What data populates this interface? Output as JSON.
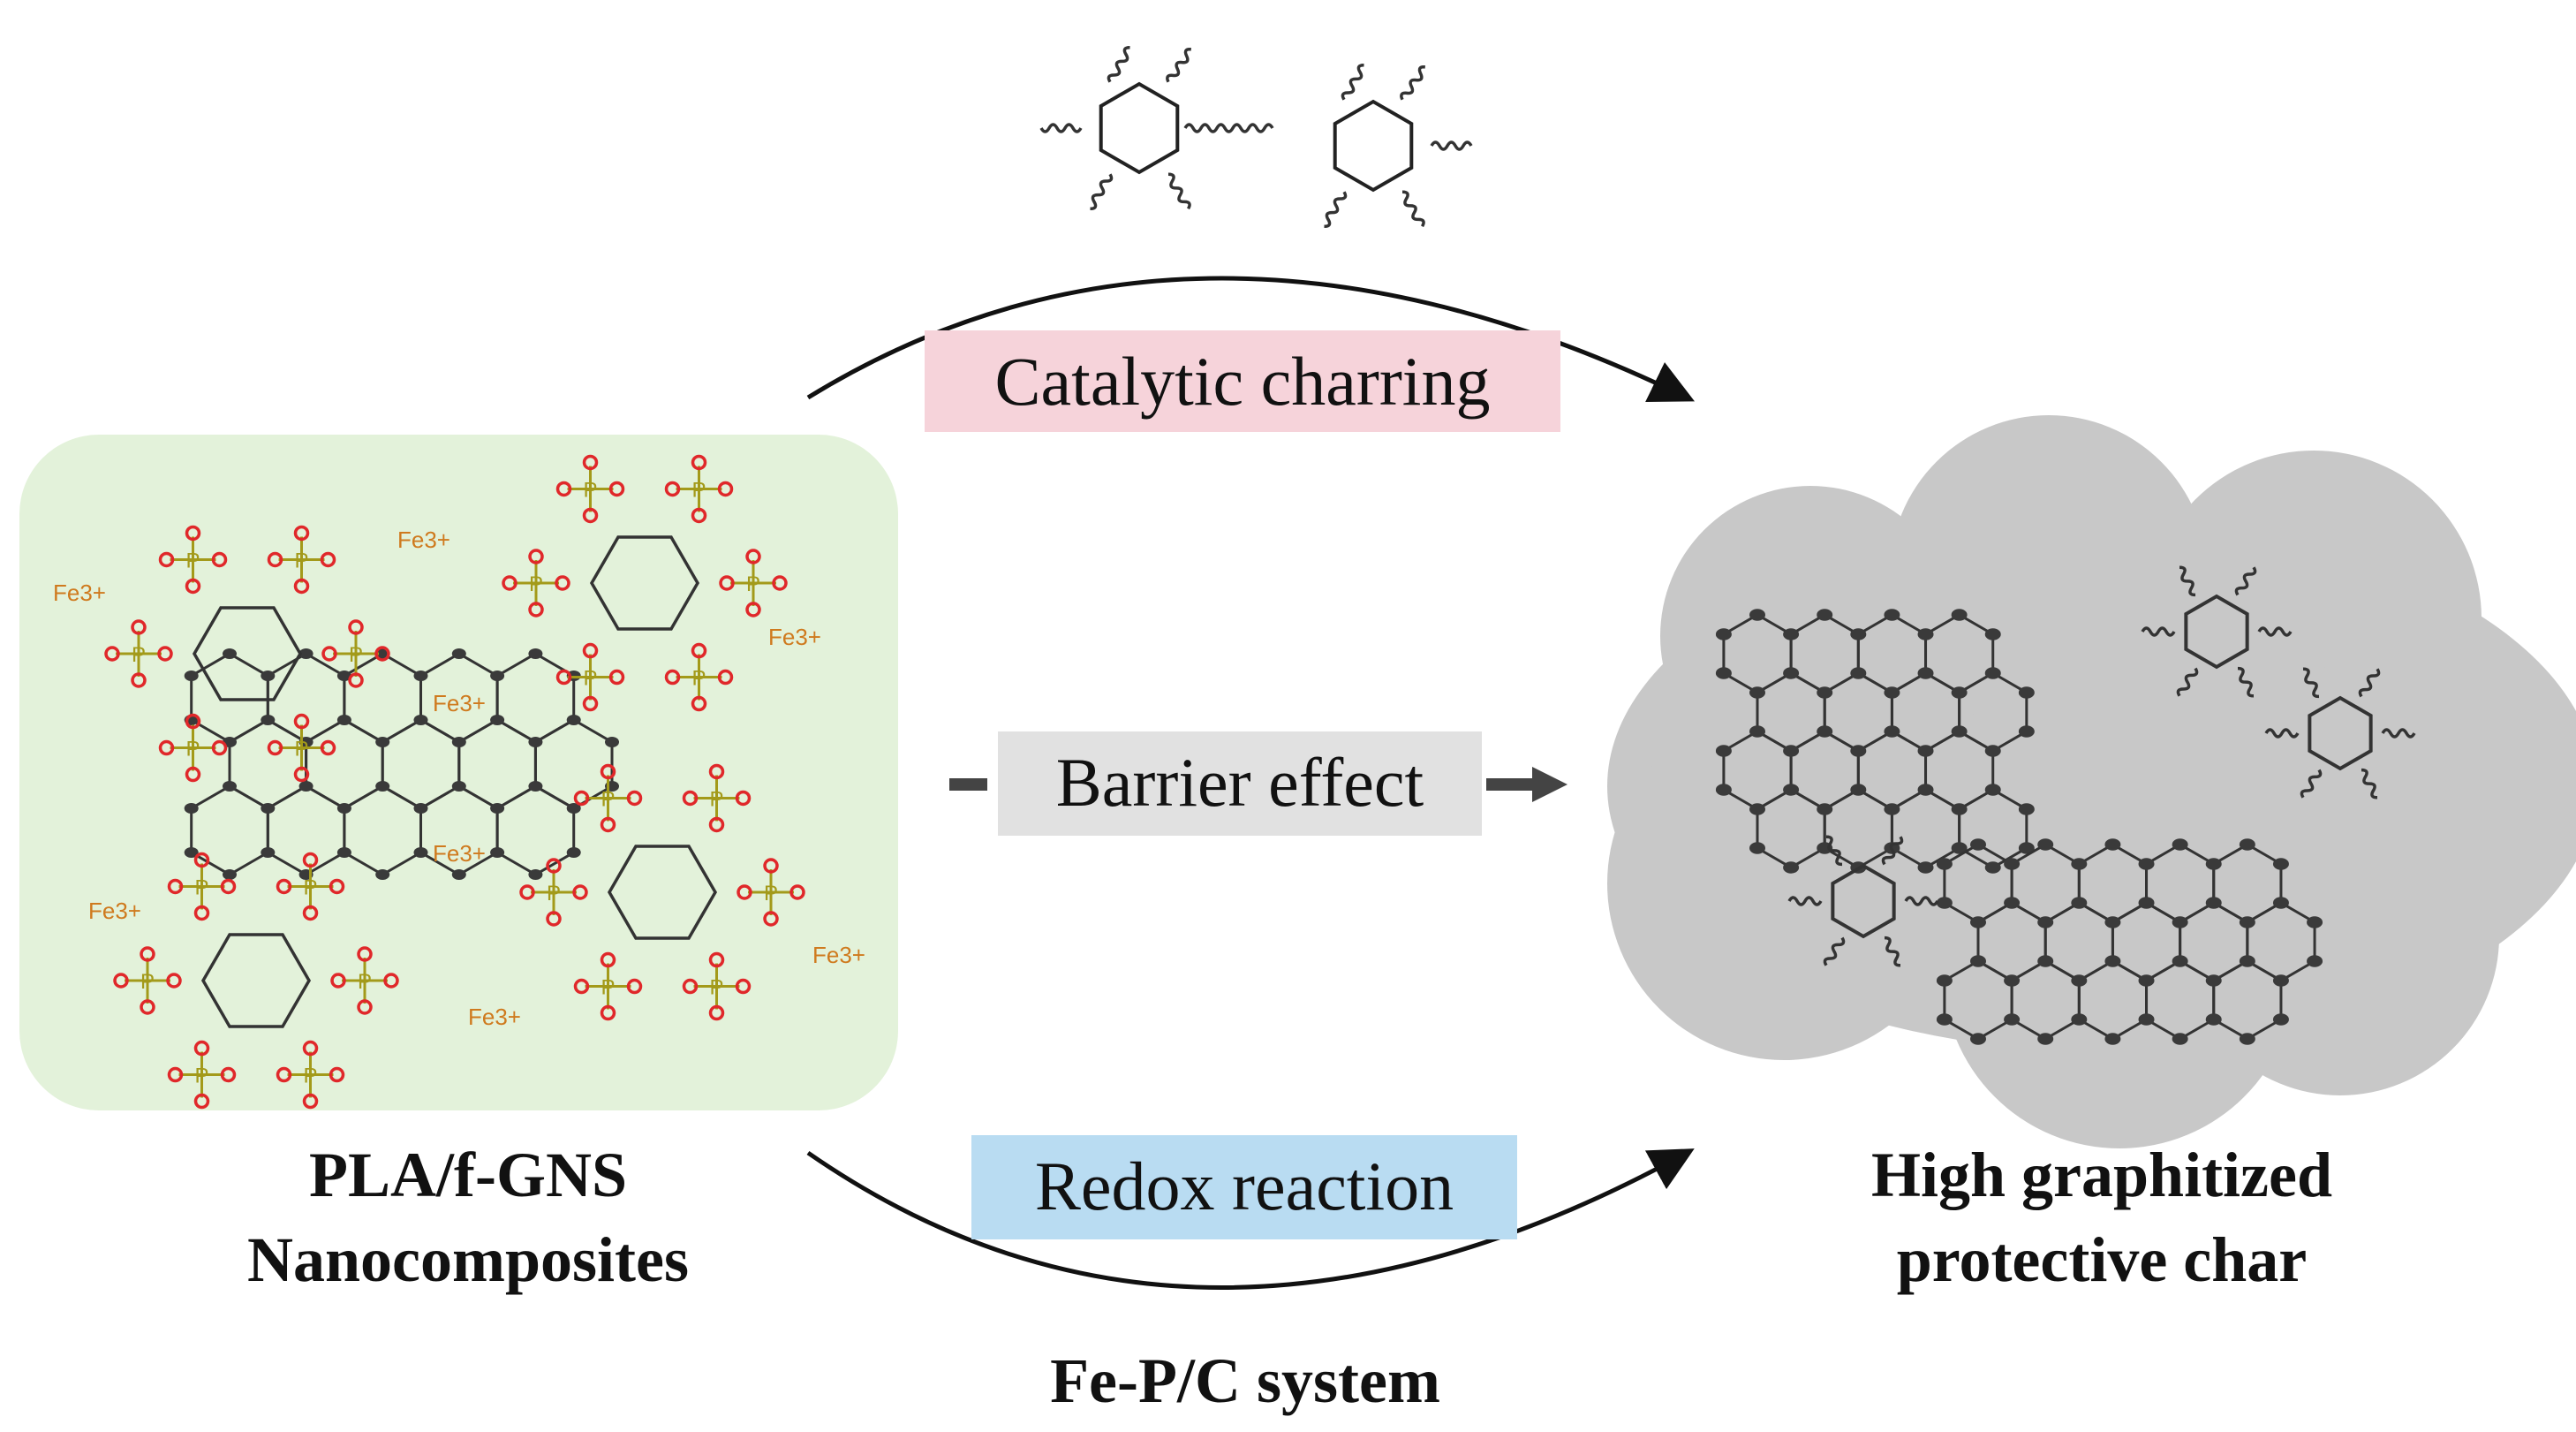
{
  "mechanisms": {
    "catalytic_charring": "Catalytic charring",
    "barrier_effect": "Barrier effect",
    "redox_reaction": "Redox reaction"
  },
  "left_panel": {
    "caption_line1": "PLA/f-GNS",
    "caption_line2": "Nanocomposites",
    "ion_label": "Fe3+",
    "background": "#e3f2da"
  },
  "right_panel": {
    "caption_line1": "High graphitized",
    "caption_line2": "protective char",
    "cloud_color": "#c8c8c8"
  },
  "bottom_caption": "Fe-P/C system",
  "colors": {
    "catalytic_box": "#f6d3da",
    "barrier_box": "#e1e1e1",
    "redox_box": "#b9dcf2",
    "oxygen": "#e0282a",
    "phosphorus": "#a39a1a",
    "iron": "#cf7a1e",
    "carbon_node": "#3a3a3a"
  }
}
